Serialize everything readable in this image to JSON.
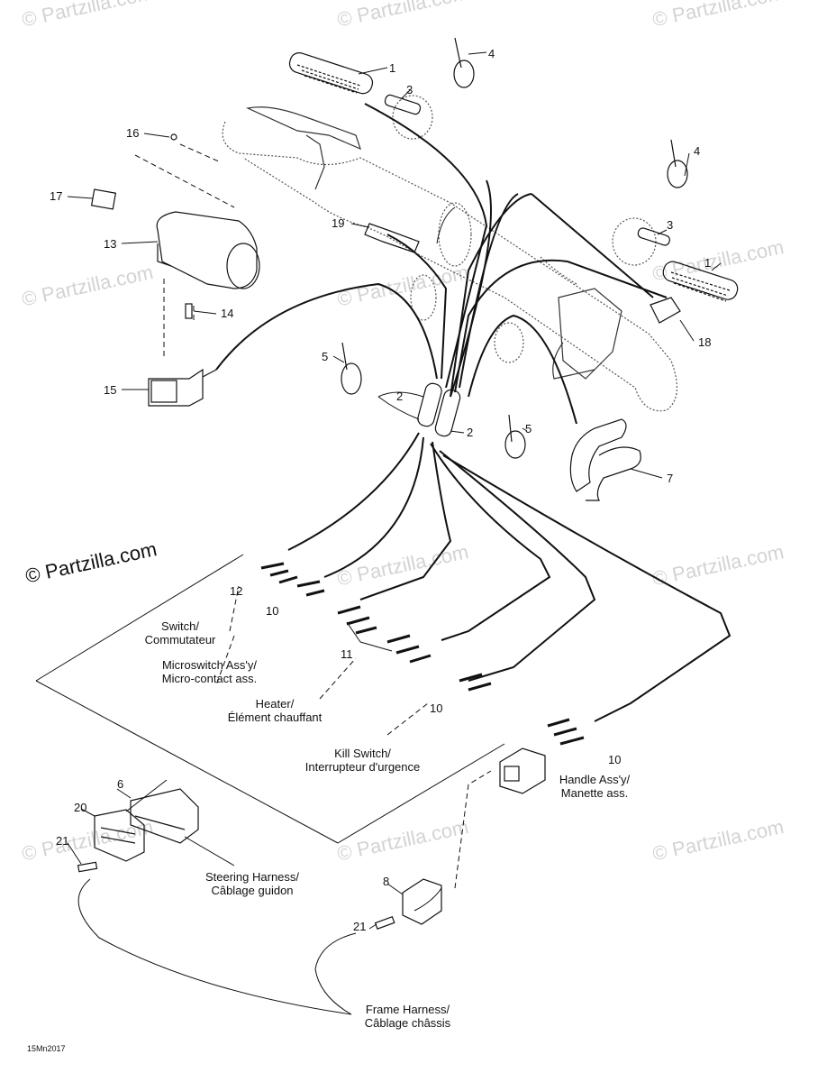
{
  "watermark": {
    "text": "© Partzilla.com",
    "main_text": "© Partzilla.com"
  },
  "figure_code": "15Mn2017",
  "callouts": {
    "n1a": "1",
    "n1b": "1",
    "n2a": "2",
    "n2b": "2",
    "n3a": "3",
    "n3b": "3",
    "n4a": "4",
    "n4b": "4",
    "n5a": "5",
    "n5b": "5",
    "n6": "6",
    "n7": "7",
    "n8": "8",
    "n10a": "10",
    "n10b": "10",
    "n10c": "10",
    "n11": "11",
    "n12": "12",
    "n13": "13",
    "n14": "14",
    "n15": "15",
    "n16": "16",
    "n17": "17",
    "n18": "18",
    "n19": "19",
    "n20": "20",
    "n21a": "21",
    "n21b": "21"
  },
  "labels": {
    "switch": {
      "line1": "Switch/",
      "line2": "Commutateur"
    },
    "microswitch": {
      "line1": "Microswitch Ass'y/",
      "line2": "Micro-contact ass."
    },
    "heater": {
      "line1": "Heater/",
      "line2": "Élément chauffant"
    },
    "kill_switch": {
      "line1": "Kill Switch/",
      "line2": "Interrupteur d'urgence"
    },
    "handle": {
      "line1": "Handle Ass'y/",
      "line2": "Manette ass."
    },
    "steering": {
      "line1": "Steering Harness/",
      "line2": "Câblage guidon"
    },
    "frame": {
      "line1": "Frame Harness/",
      "line2": "Câblage châssis"
    }
  }
}
